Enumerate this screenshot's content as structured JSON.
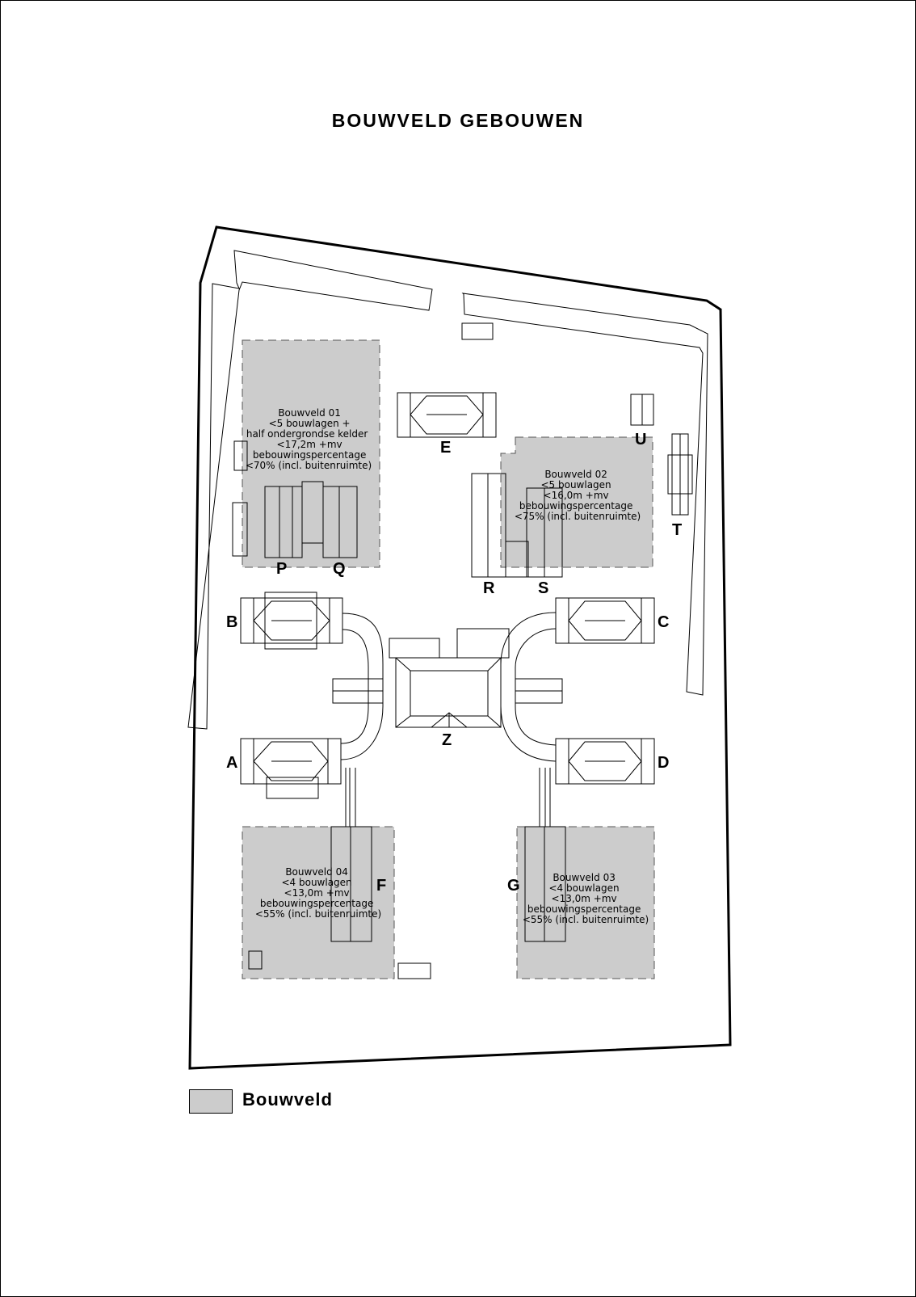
{
  "title": "BOUWVELD GEBOUWEN",
  "colors": {
    "bouwveld_fill": "#cccccc",
    "line": "#000000",
    "background": "#ffffff"
  },
  "bouwvelden": [
    {
      "id": "01",
      "lines": [
        "Bouwveld 01",
        "<5 bouwlagen +",
        "half ondergrondse kelder",
        "<17,2m +mv",
        "bebouwingspercentage",
        "<70% (incl. buitenruimte)"
      ]
    },
    {
      "id": "02",
      "lines": [
        "Bouwveld 02",
        "<5 bouwlagen",
        "<16,0m +mv",
        "bebouwingspercentage",
        "<75% (incl. buitenruimte)"
      ]
    },
    {
      "id": "03",
      "lines": [
        "Bouwveld 03",
        "<4 bouwlagen",
        "<13,0m +mv",
        "bebouwingspercentage",
        "<55% (incl. buitenruimte)"
      ]
    },
    {
      "id": "04",
      "lines": [
        "Bouwveld 04",
        "<4 bouwlagen",
        "<13,0m +mv",
        "bebouwingspercentage",
        "<55% (incl. buitenruimte)"
      ]
    }
  ],
  "building_labels": {
    "A": "A",
    "B": "B",
    "C": "C",
    "D": "D",
    "E": "E",
    "F": "F",
    "G": "G",
    "P": "P",
    "Q": "Q",
    "R": "R",
    "S": "S",
    "T": "T",
    "U": "U",
    "Z": "Z"
  },
  "legend": {
    "label": "Bouwveld"
  }
}
